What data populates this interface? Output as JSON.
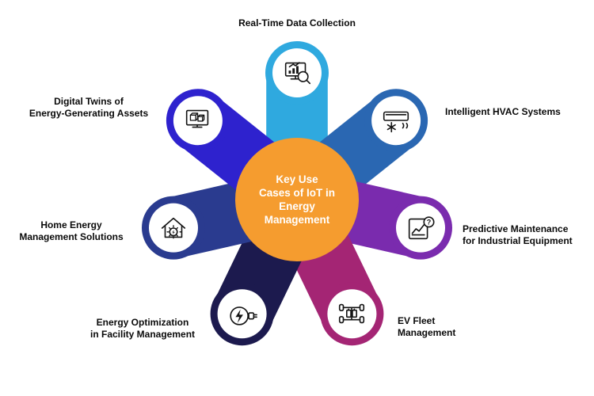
{
  "center": {
    "text": "Key Use\nCases of IoT in\nEnergy\nManagement",
    "bg_color": "#F59C2F",
    "text_color": "#FFFFFF"
  },
  "spokes": [
    {
      "id": "realtime-data",
      "label": "Real-Time Data Collection",
      "color": "#2FA9DF",
      "icon": "monitor-chart-magnifier-icon"
    },
    {
      "id": "hvac",
      "label": "Intelligent HVAC Systems",
      "color": "#2A67B2",
      "icon": "ac-unit-snowflake-icon"
    },
    {
      "id": "predictive-maintenance",
      "label": "Predictive Maintenance\nfor Industrial Equipment",
      "color": "#7A2BAE",
      "icon": "chart-question-icon"
    },
    {
      "id": "ev-fleet",
      "label": "EV Fleet\nManagement",
      "color": "#A42574",
      "icon": "ev-chassis-battery-icon"
    },
    {
      "id": "energy-optimization",
      "label": "Energy Optimization\nin Facility Management",
      "color": "#1C1A4E",
      "icon": "bolt-plug-icon"
    },
    {
      "id": "home-energy",
      "label": "Home Energy\nManagement Solutions",
      "color": "#2A3B8F",
      "icon": "house-gear-bolt-icon"
    },
    {
      "id": "digital-twins",
      "label": "Digital Twins of\nEnergy-Generating Assets",
      "color": "#2E22CE",
      "icon": "monitor-cubes-icon"
    }
  ]
}
